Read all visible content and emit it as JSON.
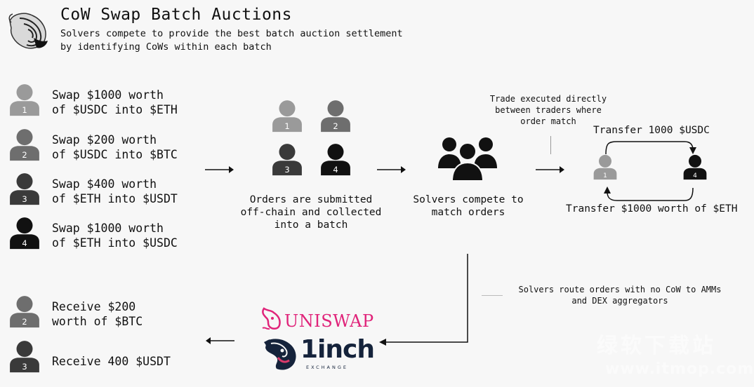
{
  "header": {
    "title": "CoW Swap Batch Auctions",
    "subtitle_line1": "Solvers compete to provide the best batch auction settlement",
    "subtitle_line2": "by identifying CoWs within each batch"
  },
  "orders": [
    {
      "num": "1",
      "line1": "Swap $1000 worth",
      "line2": "of $USDC into $ETH",
      "color": "#9a9a9a"
    },
    {
      "num": "2",
      "line1": "Swap $200 worth",
      "line2": "of $USDC into $BTC",
      "color": "#6e6e6e"
    },
    {
      "num": "3",
      "line1": "Swap $400 worth",
      "line2": "of $ETH into $USDT",
      "color": "#3a3a3a"
    },
    {
      "num": "4",
      "line1": "Swap $1000 worth",
      "line2": "of $ETH into $USDC",
      "color": "#111111"
    }
  ],
  "batch": {
    "caption_line1": "Orders are submitted",
    "caption_line2": "off-chain and collected",
    "caption_line3": "into a batch"
  },
  "solvers": {
    "caption_line1": "Solvers compete to",
    "caption_line2": "match orders"
  },
  "cow": {
    "note_line1": "Trade executed directly",
    "note_line2": "between traders where",
    "note_line3": "order match",
    "transfer_top": "Transfer 1000 $USDC",
    "transfer_bottom": "Transfer $1000 worth of $ETH",
    "left_num": "1",
    "right_num": "4"
  },
  "route": {
    "note_line1": "Solvers route orders with no CoW to AMMs",
    "note_line2": "and DEX aggregators"
  },
  "dex": {
    "uniswap": "UNISWAP",
    "oneinch": "1inch",
    "exchange": "EXCHANGE"
  },
  "receives": [
    {
      "num": "2",
      "line1": "Receive $200",
      "line2": "worth of $BTC",
      "color": "#6e6e6e"
    },
    {
      "num": "3",
      "line1": "Receive 400 $USDT",
      "line2": "",
      "color": "#3a3a3a"
    }
  ],
  "watermark": {
    "line1": "绿软下载站",
    "line2": "www.itmop.com"
  },
  "colors": {
    "background": "#f7f7f7",
    "uniswap_pink": "#e0247a",
    "oneinch_navy": "#15233b"
  }
}
